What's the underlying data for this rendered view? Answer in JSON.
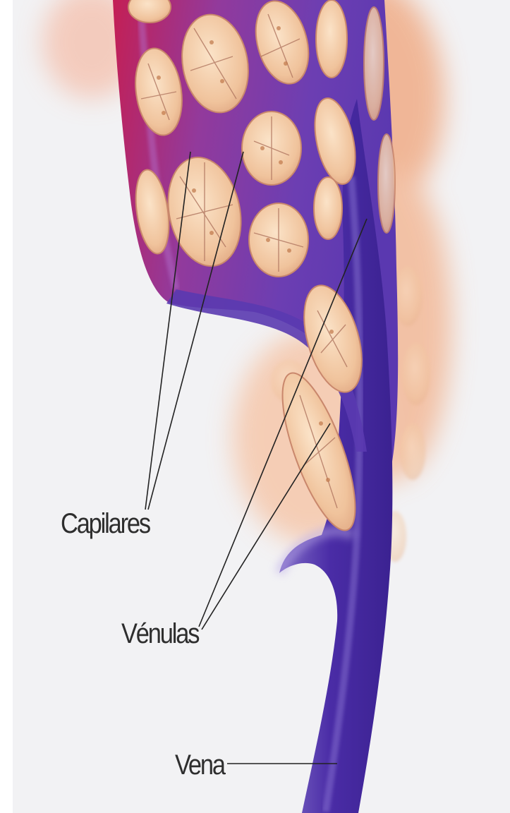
{
  "labels": {
    "capillaries": "Capilares",
    "venules": "Vénulas",
    "vein": "Vena"
  },
  "colors": {
    "vein": "#4a2ca6",
    "venule": "#6a3cb4",
    "capillary_arterial": "#c81e4c",
    "capillary_bed": "#8a3aa0",
    "tissue_cell": "#f2c49c",
    "tissue_glow": "#f0a880",
    "leader_line": "#222222",
    "label_text": "#2e2e2e",
    "background": "#f2f2f4"
  }
}
